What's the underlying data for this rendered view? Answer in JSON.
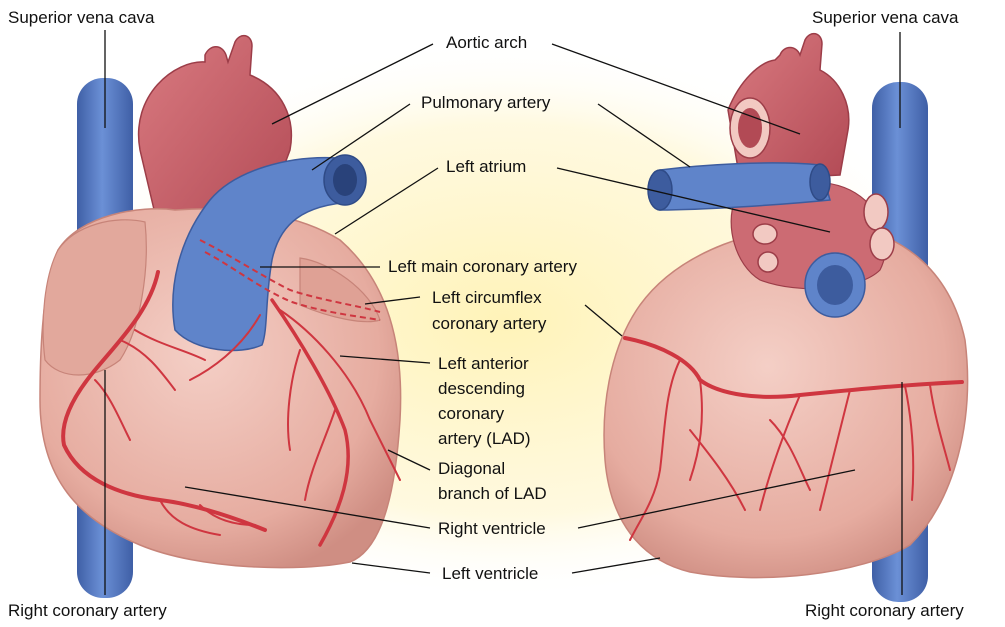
{
  "colors": {
    "heart": "#e8b3a8",
    "heart_shade": "#d28f86",
    "aorta": "#c85d66",
    "vein": "#5c7fc6",
    "vein_dark": "#3d5c9e",
    "coronary": "#cf3640",
    "glow": "#fff3b8"
  },
  "labels": {
    "svc_left": "Superior vena cava",
    "svc_right": "Superior vena cava",
    "aortic_arch": "Aortic arch",
    "pulmonary_artery": "Pulmonary artery",
    "left_atrium": "Left atrium",
    "left_main_coronary": "Left main coronary artery",
    "left_circumflex": [
      "Left circumflex",
      "coronary artery"
    ],
    "lad": [
      "Left anterior",
      "descending",
      "coronary",
      "artery (LAD)"
    ],
    "diagonal_branch": [
      "Diagonal",
      "branch of LAD"
    ],
    "right_ventricle": "Right ventricle",
    "left_ventricle": "Left ventricle",
    "rca_left": "Right coronary artery",
    "rca_right": "Right coronary artery"
  }
}
